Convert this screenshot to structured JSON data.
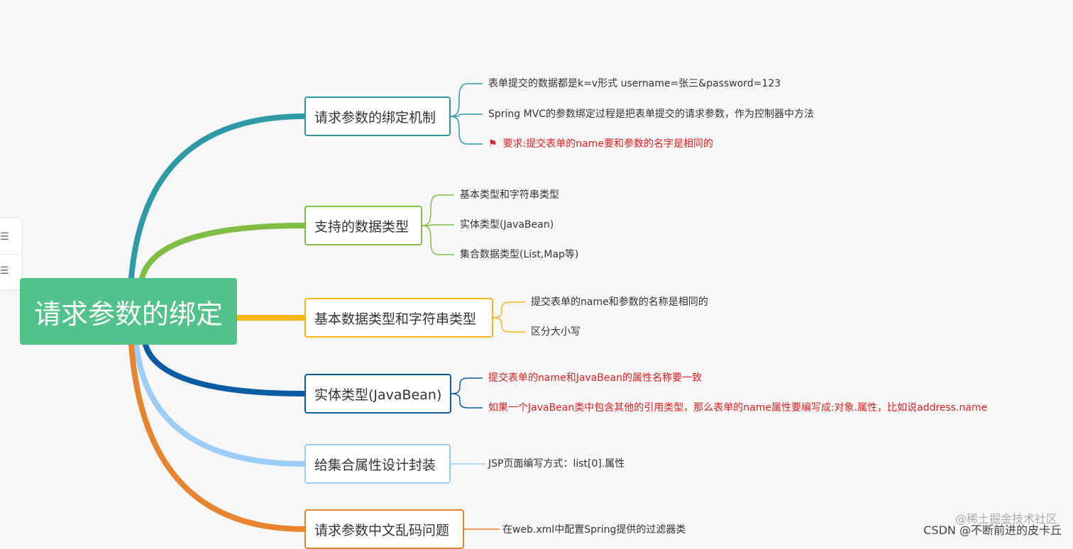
{
  "root": {
    "label": "请求参数的绑定",
    "color": "#50c28a"
  },
  "branches": [
    {
      "label": "请求参数的绑定机制",
      "color": "#2e9aa6",
      "children": [
        {
          "text": "表单提交的数据都是k=v形式 username=张三&password=123",
          "red": false
        },
        {
          "text": "Spring MVC的参数绑定过程是把表单提交的请求参数，作为控制器中方法",
          "red": false
        },
        {
          "text": "要求:提交表单的name要和参数的名字是相同的",
          "red": true,
          "icon": "flag-icon"
        }
      ]
    },
    {
      "label": "支持的数据类型",
      "color": "#80bd44",
      "children": [
        {
          "text": "基本类型和字符串类型",
          "red": false
        },
        {
          "text": "实体类型(JavaBean)",
          "red": false
        },
        {
          "text": "集合数据类型(List,Map等)",
          "red": false
        }
      ]
    },
    {
      "label": "基本数据类型和字符串类型",
      "color": "#f5b514",
      "children": [
        {
          "text": "提交表单的name和参数的名称是相同的",
          "red": false
        },
        {
          "text": "区分大小写",
          "red": false
        }
      ]
    },
    {
      "label": "实体类型(JavaBean)",
      "color": "#0c5ca3",
      "children": [
        {
          "text": "提交表单的name和JavaBean的属性名称要一致",
          "red": true
        },
        {
          "text": "如果一个JavaBean类中包含其他的引用类型，那么表单的name属性要编写成:对象.属性，比如说address.name",
          "red": true
        }
      ]
    },
    {
      "label": "给集合属性设计封装",
      "color": "#9ccdf6",
      "children": [
        {
          "text": "JSP页面编写方式：list[0].属性",
          "red": false
        }
      ]
    },
    {
      "label": "请求参数中文乱码问题",
      "color": "#e8832e",
      "children": [
        {
          "text": "在web.xml中配置Spring提供的过滤器类",
          "red": false
        }
      ]
    }
  ],
  "sidebar": {
    "top_icon": "list-icon",
    "bottom_icon": "list-icon"
  },
  "watermark": {
    "line1": "@稀土掘金技术社区",
    "line2": "CSDN @不断前进的皮卡丘"
  }
}
